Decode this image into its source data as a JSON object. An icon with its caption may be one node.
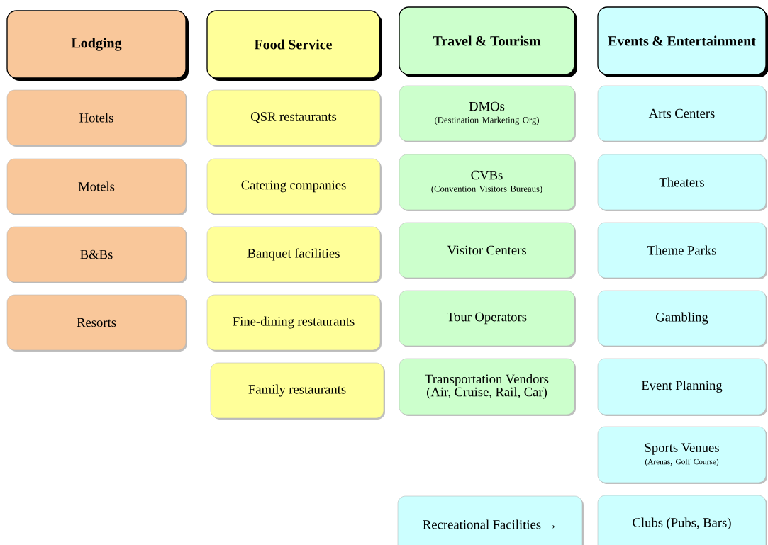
{
  "diagram": {
    "nodes": [
      {
        "text": [
          "Lodging"
        ]
      },
      {
        "text": [
          "Hotels"
        ]
      },
      {
        "text": [
          "Motels"
        ]
      },
      {
        "text": [
          "B&Bs"
        ]
      },
      {
        "text": [
          "Resorts"
        ]
      },
      {
        "text": [
          "Food Service"
        ]
      },
      {
        "text": [
          "QSR restaurants"
        ]
      },
      {
        "text": [
          "Catering companies"
        ]
      },
      {
        "text": [
          "Banquet facilities"
        ]
      },
      {
        "text": [
          "Fine-dining restaurants"
        ]
      },
      {
        "text": [
          "Family restaurants"
        ]
      },
      {
        "text": [
          "Travel & Tourism"
        ]
      },
      {
        "text": [
          "DMOs",
          "(Destination Marketing Org)"
        ]
      },
      {
        "text": [
          "CVBs",
          "(Convention Visitors Bureaus)"
        ]
      },
      {
        "text": [
          "Visitor Centers"
        ]
      },
      {
        "text": [
          "Tour Operators"
        ]
      },
      {
        "text": [
          "Transportation Vendors (Air, Cruise, Rail, Car)"
        ]
      },
      {
        "text": [
          "Recreational Facilities →"
        ]
      },
      {
        "text": [
          "Events & Entertainment"
        ]
      },
      {
        "text": [
          "Arts Centers"
        ]
      },
      {
        "text": [
          "Theaters"
        ]
      },
      {
        "text": [
          "Theme Parks"
        ]
      },
      {
        "text": [
          "Gambling"
        ]
      },
      {
        "text": [
          "Event Planning"
        ]
      },
      {
        "text": [
          "Sports Venues",
          "(Arenas, Golf Course)"
        ]
      },
      {
        "text": [
          "Clubs (Pubs, Bars)"
        ]
      }
    ]
  }
}
